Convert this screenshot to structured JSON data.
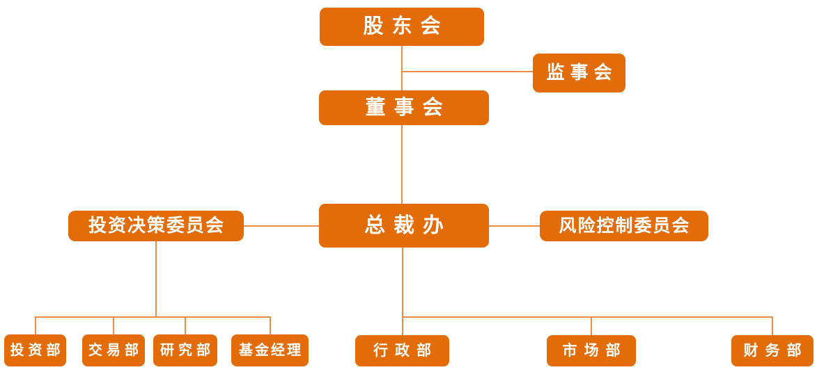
{
  "diagram": {
    "type": "org-chart",
    "language": "zh-CN",
    "description": "Fund company organizational structure chart"
  },
  "colors": {
    "box_fill": "#e36c09",
    "connector": "#ed8e44",
    "text_color": "#ffffff",
    "bg": "#ffffff"
  },
  "nodes": {
    "shareholders": {
      "label": "股东会",
      "level": 1,
      "parent": null
    },
    "supervisory_board": {
      "label": "监事会",
      "level": 2,
      "parent": "shareholders"
    },
    "board_of_directors": {
      "label": "董事会",
      "level": 2,
      "parent": "shareholders"
    },
    "president_office": {
      "label": "总裁办",
      "level": 3,
      "parent": "board_of_directors"
    },
    "investment_committee": {
      "label": "投资决策委员会",
      "level": 3,
      "parent": "president_office"
    },
    "risk_committee": {
      "label": "风险控制委员会",
      "level": 3,
      "parent": "president_office"
    },
    "investment_dept": {
      "label": "投资部",
      "level": 4,
      "parent": "investment_committee"
    },
    "trading_dept": {
      "label": "交易部",
      "level": 4,
      "parent": "investment_committee"
    },
    "research_dept": {
      "label": "研究部",
      "level": 4,
      "parent": "investment_committee"
    },
    "fund_manager": {
      "label": "基金经理",
      "level": 4,
      "parent": "investment_committee"
    },
    "admin_dept": {
      "label": "行政部",
      "level": 4,
      "parent": "president_office"
    },
    "marketing_dept": {
      "label": "市场部",
      "level": 4,
      "parent": "president_office"
    },
    "finance_dept": {
      "label": "财务部",
      "level": 4,
      "parent": "president_office"
    }
  }
}
